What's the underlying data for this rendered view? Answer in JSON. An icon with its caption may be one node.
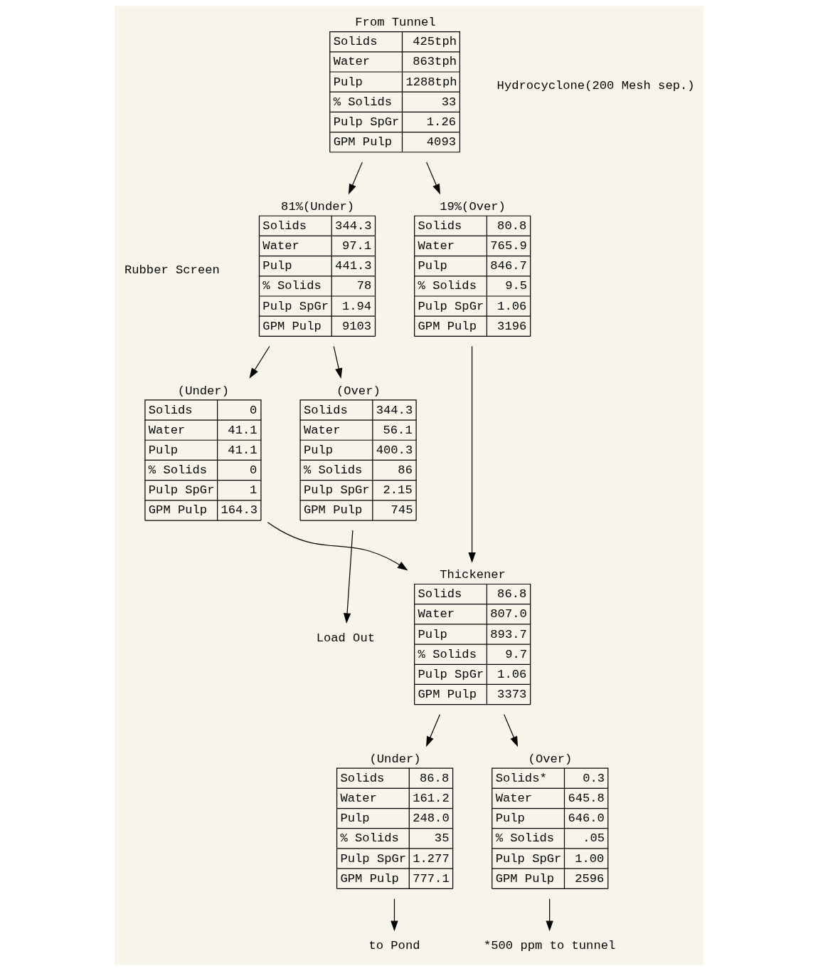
{
  "diagram": {
    "nodes": [
      {
        "text": [
          "From Tunnel",
          "Solids",
          "425tph",
          "Water",
          "863tph",
          "Pulp",
          "1288tph",
          "% Solids",
          "33",
          "Pulp SpGr",
          "1.26",
          "GPM Pulp",
          "4093"
        ],
        "beside": [
          "Hydrocyclone(200 Mesh sep.)"
        ]
      },
      {
        "text": [
          "81%(Under)",
          "Solids",
          "344.3",
          "Water",
          "97.1",
          "Pulp",
          "441.3",
          "% Solids",
          "78",
          "Pulp SpGr",
          "1.94",
          "GPM Pulp",
          "9103"
        ],
        "beside": [
          "Rubber Screen"
        ]
      },
      {
        "text": [
          "19%(Over)",
          "Solids",
          "80.8",
          "Water",
          "765.9",
          "Pulp",
          "846.7",
          "% Solids",
          "9.5",
          "Pulp SpGr",
          "1.06",
          "GPM Pulp",
          "3196"
        ]
      },
      {
        "text": [
          "(Under)",
          "Solids",
          "0",
          "Water",
          "41.1",
          "Pulp",
          "41.1",
          "% Solids",
          "0",
          "Pulp SpGr",
          "1",
          "GPM Pulp",
          "164.3"
        ]
      },
      {
        "text": [
          "(Over)",
          "Solids",
          "344.3",
          "Water",
          "56.1",
          "Pulp",
          "400.3",
          "% Solids",
          "86",
          "Pulp SpGr",
          "2.15",
          "GPM Pulp",
          "745"
        ]
      },
      {
        "text": [
          "Thickener",
          "Solids",
          "86.8",
          "Water",
          "807.0",
          "Pulp",
          "893.7",
          "% Solids",
          "9.7",
          "Pulp SpGr",
          "1.06",
          "GPM Pulp",
          "3373"
        ]
      },
      {
        "text": [
          "(Under)",
          "Solids",
          "86.8",
          "Water",
          "161.2",
          "Pulp",
          "248.0",
          "% Solids",
          "35",
          "Pulp SpGr",
          "1.277",
          "GPM Pulp",
          "777.1"
        ]
      },
      {
        "text": [
          "(Over)",
          "Solids*",
          "0.3",
          "Water",
          "645.8",
          "Pulp",
          "646.0",
          "% Solids",
          ".05",
          "Pulp SpGr",
          "1.00",
          "GPM Pulp",
          "2596"
        ]
      },
      {
        "text": [
          "Load Out"
        ]
      },
      {
        "text": [
          "to Pond"
        ]
      },
      {
        "text": [
          "*500 ppm to tunnel"
        ]
      }
    ],
    "edges": [
      {
        "from": 0,
        "to": 1,
        "arrow": "to"
      },
      {
        "from": 0,
        "to": 2,
        "arrow": "to"
      },
      {
        "from": 1,
        "to": 3,
        "arrow": "to"
      },
      {
        "from": 1,
        "to": 4,
        "arrow": "to"
      },
      {
        "from": 2,
        "to": 5,
        "arrow": "to"
      },
      {
        "from": 3,
        "to": 5,
        "arrow": "to"
      },
      {
        "from": 4,
        "to": 8,
        "arrow": "to"
      },
      {
        "from": 5,
        "to": 6,
        "arrow": "to"
      },
      {
        "from": 5,
        "to": 7,
        "arrow": "to"
      },
      {
        "from": 6,
        "to": 9,
        "arrow": "to"
      },
      {
        "from": 7,
        "to": 10,
        "arrow": "to"
      }
    ]
  }
}
